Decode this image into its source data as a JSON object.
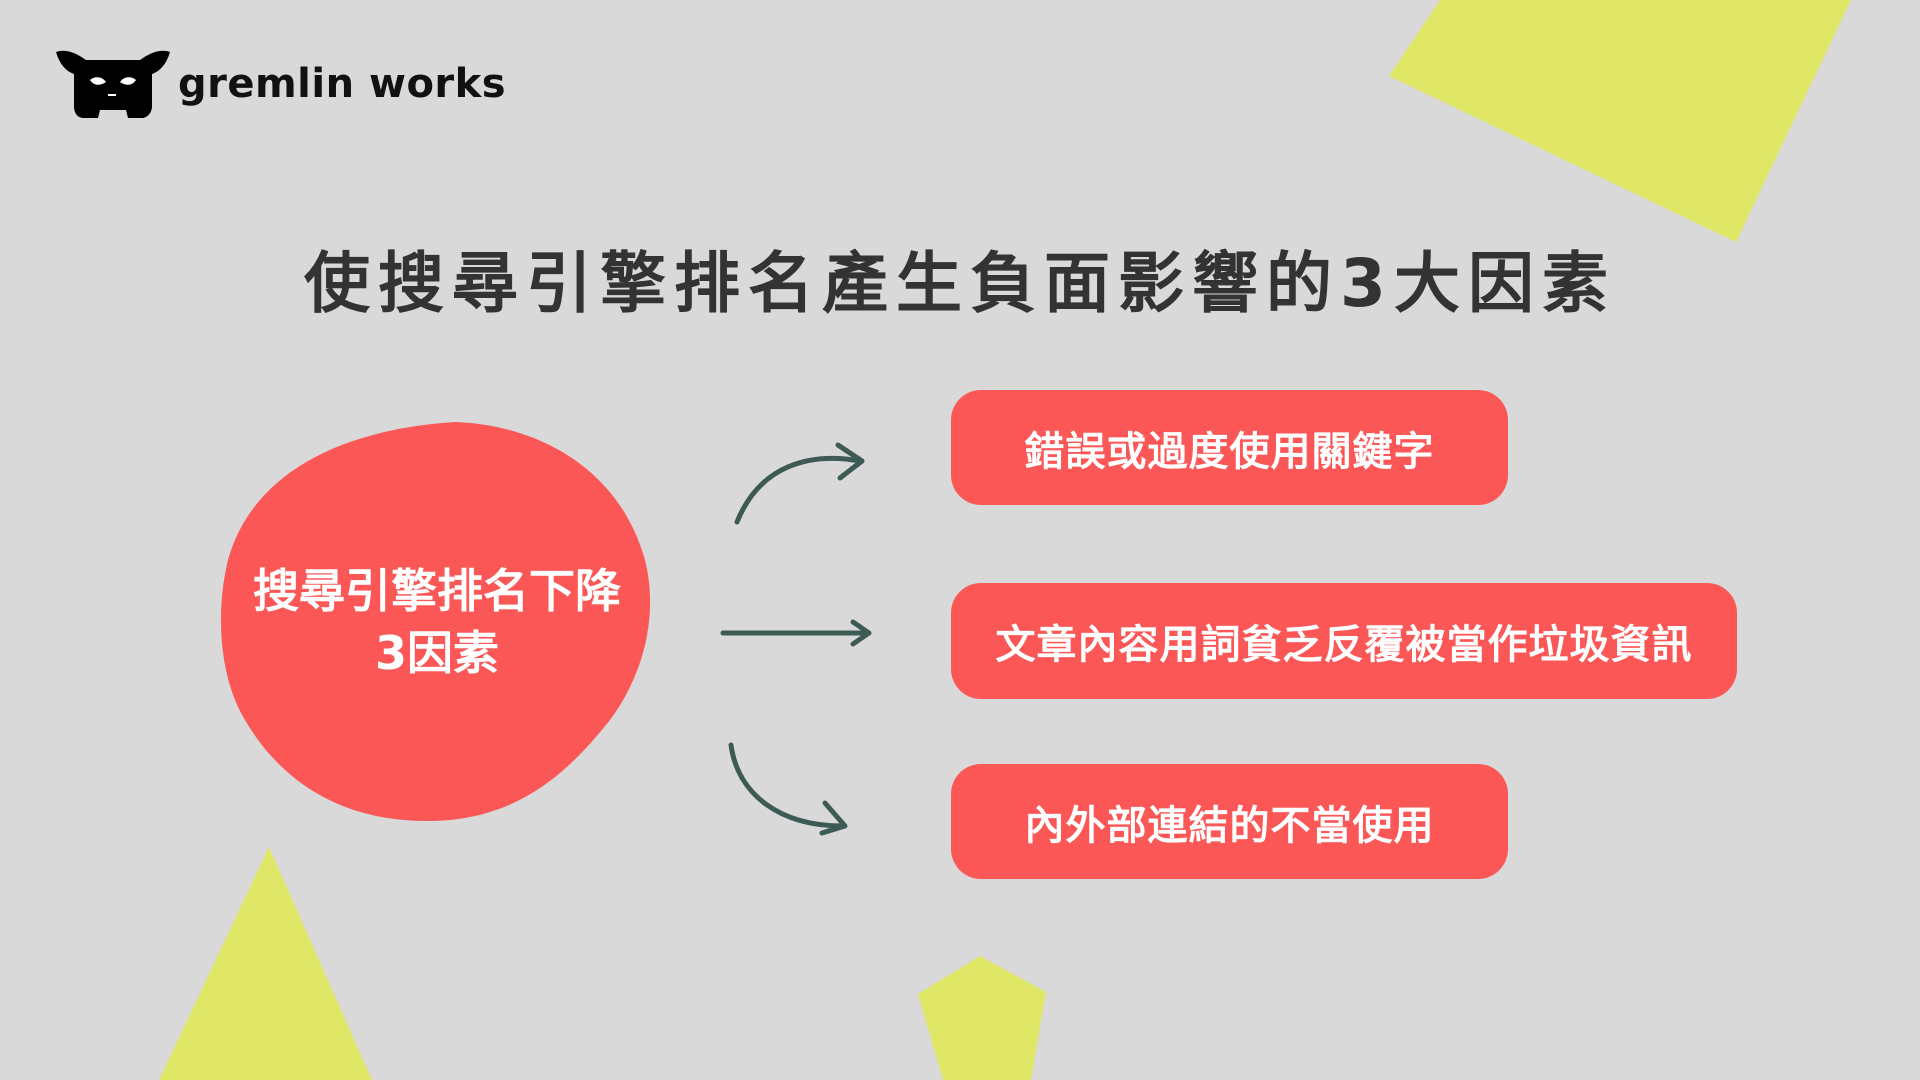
{
  "brand": {
    "name": "gremlin works",
    "logo_icon": "gremlin-cat-icon"
  },
  "title": "使搜尋引擎排名產生負面影響的3大因素",
  "center": {
    "line1": "搜尋引擎排名下降",
    "line2": "3因素"
  },
  "factors": [
    {
      "label": "錯誤或過度使用關鍵字"
    },
    {
      "label": "文章內容用詞貧乏反覆被當作垃圾資訊"
    },
    {
      "label": "內外部連結的不當使用"
    }
  ],
  "colors": {
    "background": "#d9d9d9",
    "accent": "#fb5757",
    "shape": "#e0e665",
    "arrow": "#3d5a55",
    "title": "#333333"
  }
}
